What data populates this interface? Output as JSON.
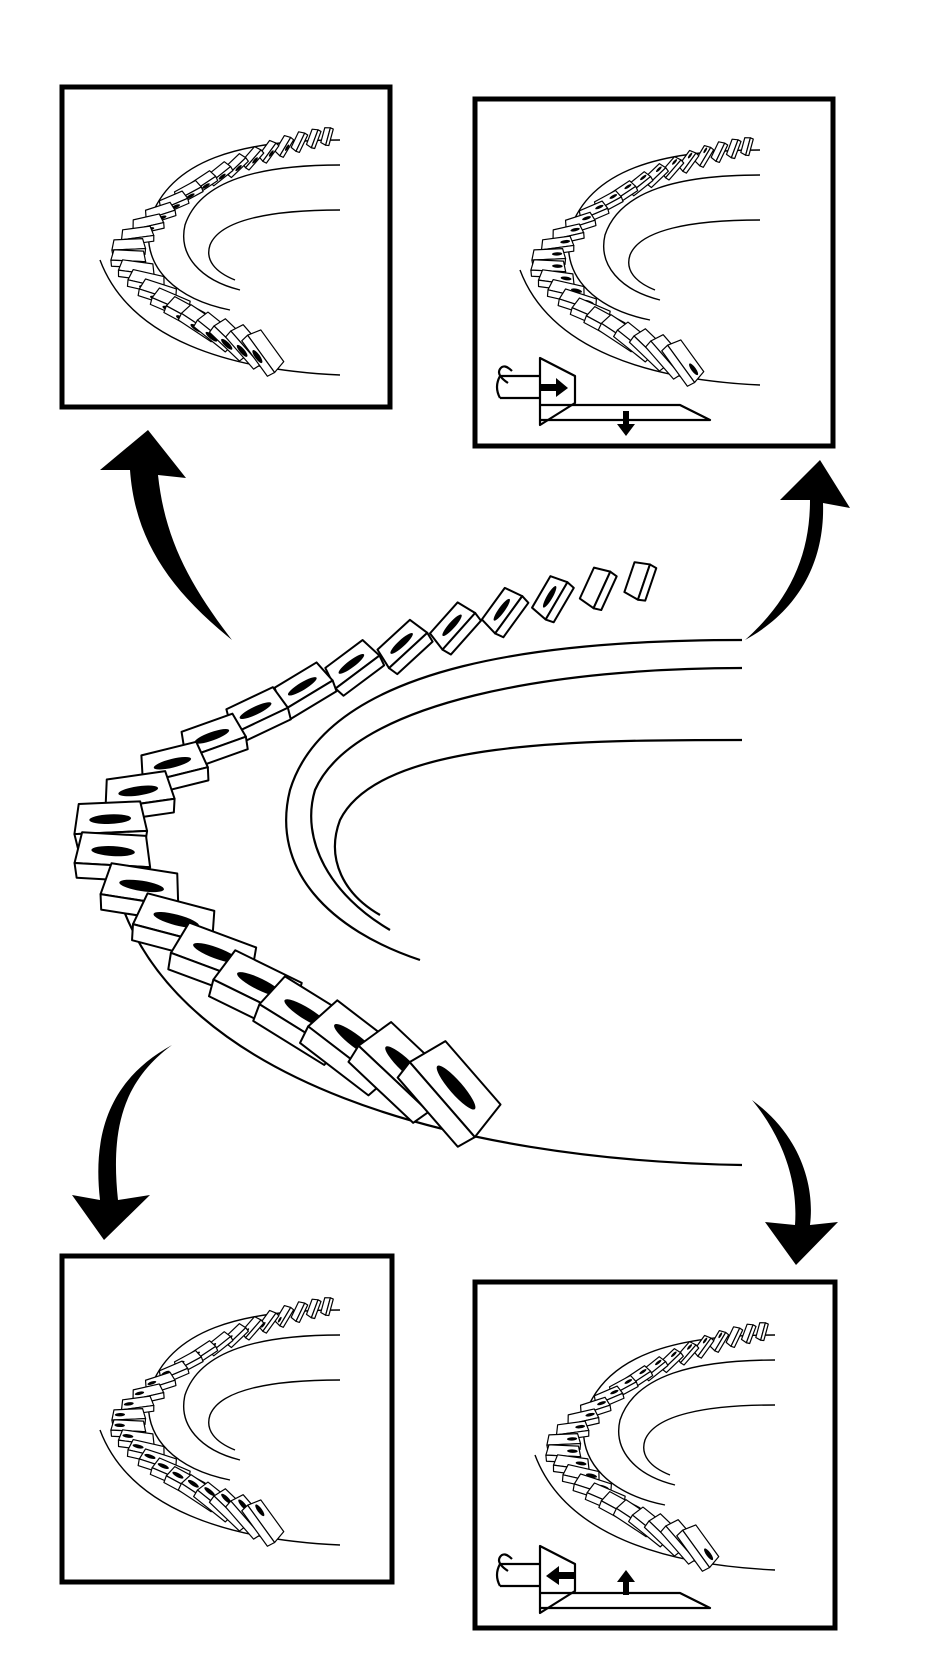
{
  "diagram": {
    "kind": "ring-gear tooth contact pattern illustration",
    "center_gear": {
      "name": "main-ring-gear",
      "contact": "centered"
    },
    "panels": [
      {
        "id": "top-left",
        "contact": "heel-toe-low",
        "has_adjustment_icon": false
      },
      {
        "id": "top-right",
        "contact": "toe-high",
        "has_adjustment_icon": true,
        "pinion_arrow": "in",
        "gear_arrow": "down"
      },
      {
        "id": "bottom-left",
        "contact": "heel-high",
        "has_adjustment_icon": false
      },
      {
        "id": "bottom-right",
        "contact": "flank-low",
        "has_adjustment_icon": true,
        "pinion_arrow": "out",
        "gear_arrow": "up"
      }
    ],
    "arrows": [
      "to-top-left",
      "to-top-right",
      "to-bottom-left",
      "to-bottom-right"
    ],
    "colors": {
      "ink": "#000000",
      "paper": "#ffffff"
    }
  }
}
